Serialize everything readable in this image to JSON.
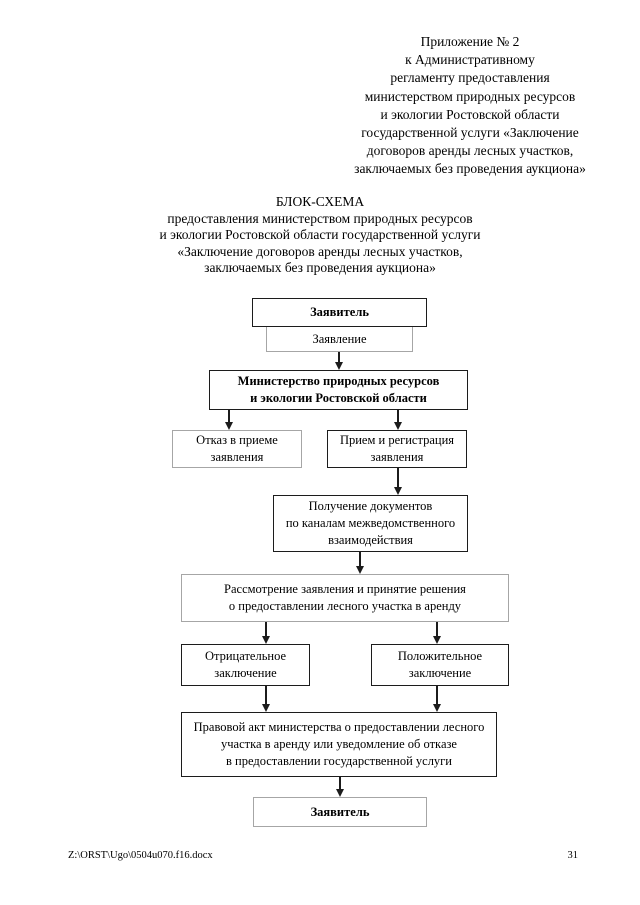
{
  "page": {
    "appendix": {
      "lines": [
        "Приложение № 2",
        "к Административному",
        "регламенту предоставления",
        "министерством природных ресурсов",
        "и экологии Ростовской области",
        "государственной услуги «Заключение",
        "договоров аренды лесных участков,",
        "заключаемых без проведения аукциона»"
      ]
    },
    "title": {
      "lines": [
        "БЛОК-СХЕМА",
        "предоставления министерством природных ресурсов",
        "и экологии Ростовской области государственной услуги",
        "«Заключение договоров аренды лесных участков,",
        "заключаемых без проведения аукциона»"
      ]
    },
    "footer": {
      "file_path": "Z:\\ORST\\Ugo\\0504u070.f16.docx",
      "page_number": "31"
    }
  },
  "flowchart": {
    "nodes": {
      "applicant_top": {
        "lines": [
          "Заявитель"
        ]
      },
      "application": {
        "lines": [
          "Заявление"
        ]
      },
      "ministry": {
        "lines": [
          "Министерство природных ресурсов",
          "и экологии Ростовской области"
        ]
      },
      "refusal": {
        "lines": [
          "Отказ в приеме",
          "заявления"
        ]
      },
      "acceptance": {
        "lines": [
          "Прием и регистрация",
          "заявления"
        ]
      },
      "interagency": {
        "lines": [
          "Получение документов",
          "по каналам межведомственного",
          "взаимодействия"
        ]
      },
      "review": {
        "lines": [
          "Рассмотрение заявления и принятие решения",
          "о предоставлении лесного участка в аренду"
        ]
      },
      "negative": {
        "lines": [
          "Отрицательное",
          "заключение"
        ]
      },
      "positive": {
        "lines": [
          "Положительное",
          "заключение"
        ]
      },
      "legal_act": {
        "lines": [
          "Правовой акт министерства о предоставлении лесного",
          "участка в аренду или уведомление об отказе",
          "в предоставлении государственной услуги"
        ]
      },
      "applicant_bottom": {
        "lines": [
          "Заявитель"
        ]
      }
    }
  },
  "colors": {
    "text": "#000000",
    "border_dark": "#1c1c1c",
    "border_gray": "#a6a6a6",
    "background": "#ffffff"
  }
}
